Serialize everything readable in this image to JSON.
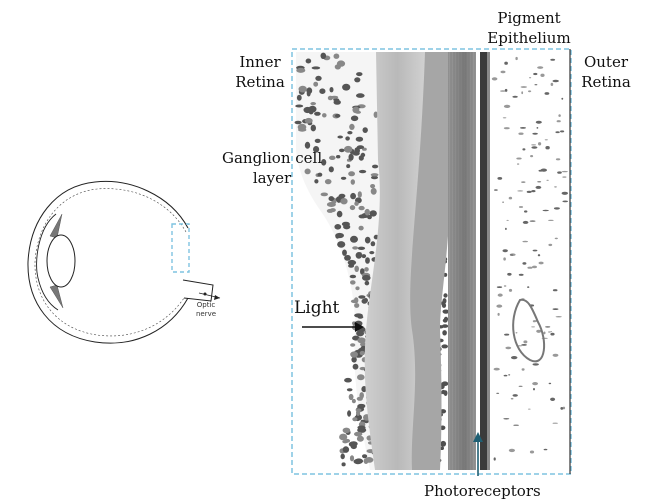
{
  "labels": {
    "pigment_epithelium_line1": "Pigment",
    "pigment_epithelium_line2": "Epithelium",
    "inner_retina_line1": "Inner",
    "inner_retina_line2": "Retina",
    "outer_retina_line1": "Outer",
    "outer_retina_line2": "Retina",
    "ganglion_line1": "Ganglion cell",
    "ganglion_line2": "layer",
    "light": "Light",
    "photoreceptors": "Photoreceptors",
    "optic_nerve_line1": "Optic",
    "optic_nerve_line2": "nerve"
  },
  "colors": {
    "highlight_box": "#7fc3e0",
    "photoreceptor_arrow": "#1f5f73",
    "tissue_dark": "#4a4a4a",
    "tissue_mid": "#8a8a8a",
    "tissue_light": "#c8c8c8"
  }
}
